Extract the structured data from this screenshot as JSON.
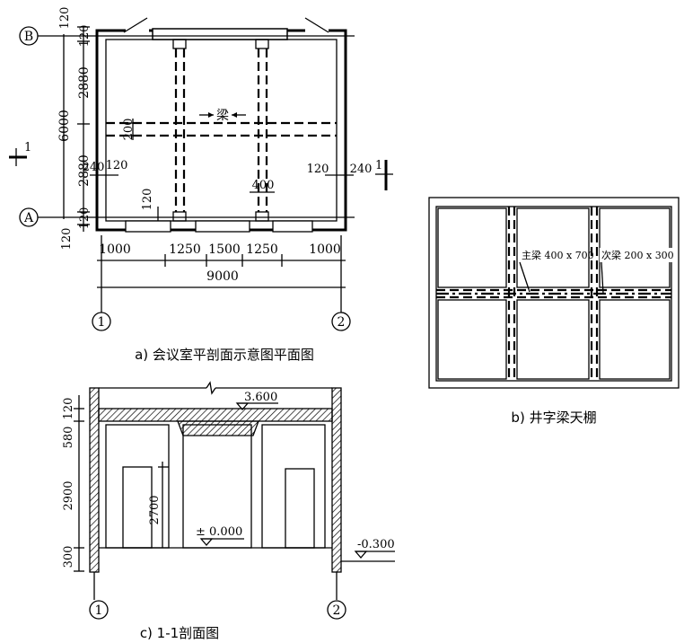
{
  "plan": {
    "axis_b": "B",
    "axis_a": "A",
    "axis_1": "1",
    "axis_2": "2",
    "section_mark_left": "1",
    "section_mark_right": "1",
    "dim_left_overall": "6000",
    "dim_left_top120": "120",
    "dim_left_2880_top": "2880",
    "dim_left_2880_bot": "2880",
    "dim_left_bot120": "120",
    "dim_left_out120_top": "120",
    "dim_left_out120_bot": "120",
    "dim_200": "200",
    "beam_label": "梁",
    "dim_240_left": "240",
    "dim_120_left": "120",
    "dim_120_right": "120",
    "dim_240_right": "240",
    "dim_400": "400",
    "dim_120_col": "120",
    "bottom_dims": [
      "1000",
      "1250",
      "1500",
      "1250",
      "1000"
    ],
    "bottom_total": "9000",
    "caption": "a) 会议室平剖面示意图平面图"
  },
  "ceiling": {
    "main_beam": "主梁 400 x 700",
    "sec_beam": "次梁 200 x 300",
    "caption": "b) 井字梁天棚"
  },
  "section": {
    "elev_top": "3.600",
    "elev_zero": "± 0.000",
    "elev_neg": "-0.300",
    "dim_120": "120",
    "dim_580": "580",
    "dim_2900": "2900",
    "dim_300": "300",
    "dim_2700": "2700",
    "axis_1": "1",
    "axis_2": "2",
    "caption": "c) 1-1剖面图"
  }
}
